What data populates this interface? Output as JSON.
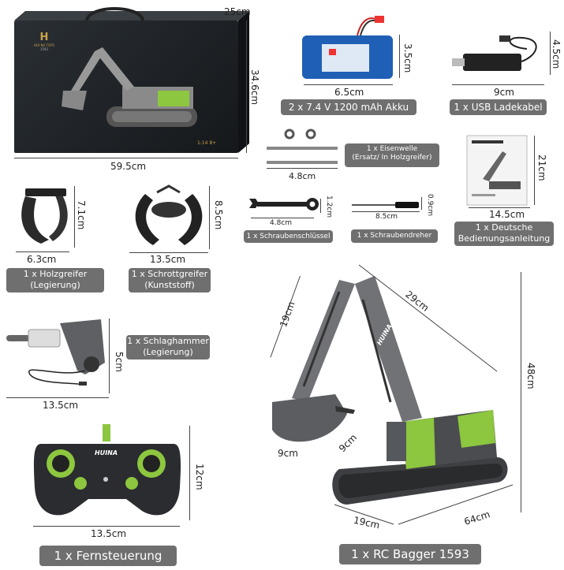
{
  "box": {
    "brand_logo_text": "HUI NA TOYS",
    "brand_code": "1593",
    "scale_text": "1:14",
    "age_text": "8+",
    "width": "59.5cm",
    "height": "34.6cm",
    "depth": "25cm"
  },
  "battery": {
    "label": "2 x 7.4 V 1200 mAh Akku",
    "width": "6.5cm",
    "height": "3.5cm"
  },
  "usb_cable": {
    "label": "1 x USB Ladekabel",
    "width": "9cm",
    "height": "4.5cm"
  },
  "shaft": {
    "label_line1": "1 x Eisenwelle",
    "label_line2": "(Ersatz/ In Holzgreifer)",
    "width": "4.8cm"
  },
  "manual": {
    "label_line1": "1 x Deutsche",
    "label_line2": "Bedienungsanleitung",
    "width": "14.5cm",
    "height": "21cm"
  },
  "wood_gripper": {
    "label_line1": "1 x Holzgreifer",
    "label_line2": "(Legierung)",
    "width": "6.3cm",
    "height": "7.1cm"
  },
  "scrap_gripper": {
    "label_line1": "1 x  Schrottgreifer",
    "label_line2": "(Kunststoff)",
    "width": "13.5cm",
    "height": "8.5cm"
  },
  "wrench": {
    "label": "1 x Schraubenschlüssel",
    "width": "4.8cm",
    "height": "1.2cm"
  },
  "screwdriver": {
    "label": "1 x Schraubendreher",
    "width": "8.5cm",
    "height": "0.9cm"
  },
  "hammer": {
    "label_line1": "1 x Schlaghammer",
    "label_line2": "(Legierung)",
    "width": "13.5cm",
    "height": "5cm"
  },
  "remote": {
    "label": "1 x Fernsteuerung",
    "width": "13.5cm",
    "height": "12cm",
    "logo": "HUINA"
  },
  "excavator": {
    "label": "1 x RC Bagger 1593",
    "arm": "19cm",
    "boom": "29cm",
    "height": "48cm",
    "bucket_w": "9cm",
    "bucket_h": "9cm",
    "track_w": "19cm",
    "length": "64cm",
    "logo": "HUINA"
  },
  "colors": {
    "accent_green": "#8dc63f",
    "box_dark": "#1f2428",
    "pill_gray": "#6f6f6f"
  }
}
